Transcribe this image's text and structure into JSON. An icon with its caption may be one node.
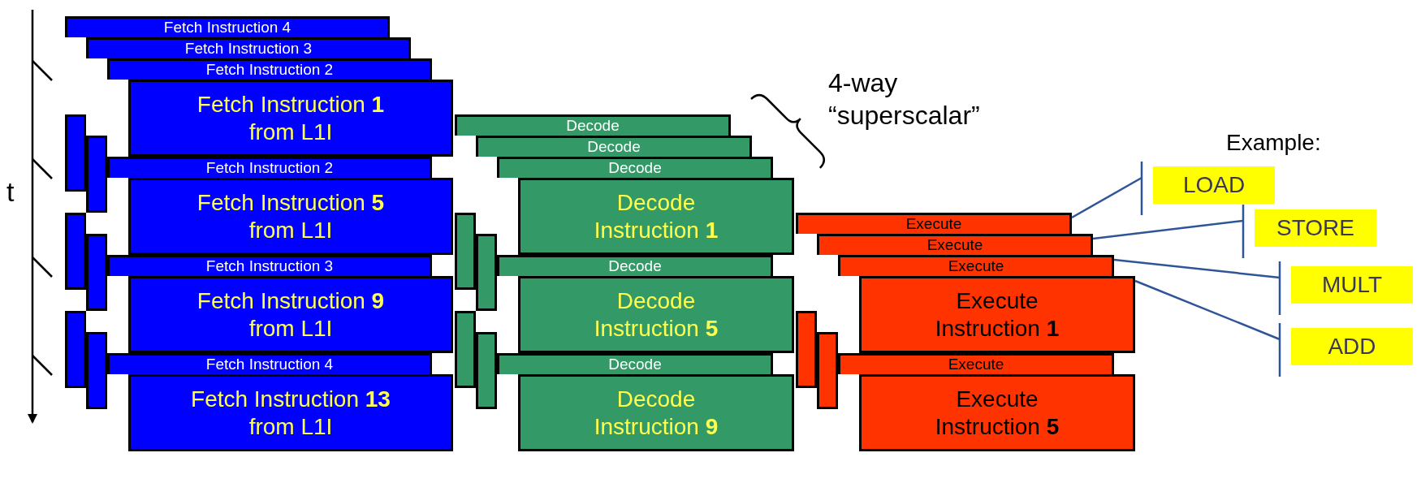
{
  "diagram": {
    "nodes": [
      {
        "text": [
          "Fetch Instruction 4"
        ]
      },
      {
        "text": [
          "Fetch Instruction 3"
        ]
      },
      {
        "text": [
          "Fetch Instruction 2"
        ]
      },
      {
        "text": [
          "Fetch Instruction **1** from L1I"
        ]
      },
      {
        "text": [],
        "shape": "box"
      },
      {
        "text": [],
        "shape": "box"
      },
      {
        "text": [
          "Fetch Instruction 2"
        ]
      },
      {
        "text": [
          "Fetch Instruction **5** from L1I"
        ]
      },
      {
        "text": [],
        "shape": "box"
      },
      {
        "text": [],
        "shape": "box"
      },
      {
        "text": [
          "Fetch Instruction 3"
        ]
      },
      {
        "text": [
          "Fetch Instruction **9** from L1I"
        ]
      },
      {
        "text": [],
        "shape": "box"
      },
      {
        "text": [],
        "shape": "box"
      },
      {
        "text": [
          "Fetch Instruction 4"
        ]
      },
      {
        "text": [
          "Fetch Instruction **13** from L1I"
        ]
      },
      {
        "text": [
          "Decode"
        ]
      },
      {
        "text": [
          "Decode"
        ]
      },
      {
        "text": [
          "Decode"
        ]
      },
      {
        "text": [
          "Decode Instruction **1**"
        ]
      },
      {
        "text": [],
        "shape": "box"
      },
      {
        "text": [],
        "shape": "box"
      },
      {
        "text": [
          "Decode"
        ]
      },
      {
        "text": [
          "Decode Instruction **5**"
        ]
      },
      {
        "text": [],
        "shape": "box"
      },
      {
        "text": [],
        "shape": "box"
      },
      {
        "text": [
          "Decode"
        ]
      },
      {
        "text": [
          "Decode Instruction **9**"
        ]
      },
      {
        "text": [
          "Execute"
        ]
      },
      {
        "text": [
          "Execute"
        ]
      },
      {
        "text": [
          "Execute"
        ]
      },
      {
        "text": [
          "Execute Instruction **1**"
        ]
      },
      {
        "text": [],
        "shape": "box"
      },
      {
        "text": [],
        "shape": "box"
      },
      {
        "text": [
          "Execute"
        ]
      },
      {
        "text": [
          "Execute Instruction **5**"
        ]
      },
      {
        "text": [
          "LOAD"
        ]
      },
      {
        "text": [
          "STORE"
        ]
      },
      {
        "text": [
          "MULT"
        ]
      },
      {
        "text": [
          "ADD"
        ]
      }
    ],
    "edges": [
      {
        "from": 28,
        "to": 36,
        "arrow": "other"
      },
      {
        "from": 29,
        "to": 37,
        "arrow": "other"
      },
      {
        "from": 30,
        "to": 38,
        "arrow": "other"
      },
      {
        "from": 31,
        "to": 39,
        "arrow": "other"
      }
    ],
    "labels": [
      "t",
      "4-way “superscalar”",
      "Example:"
    ]
  }
}
